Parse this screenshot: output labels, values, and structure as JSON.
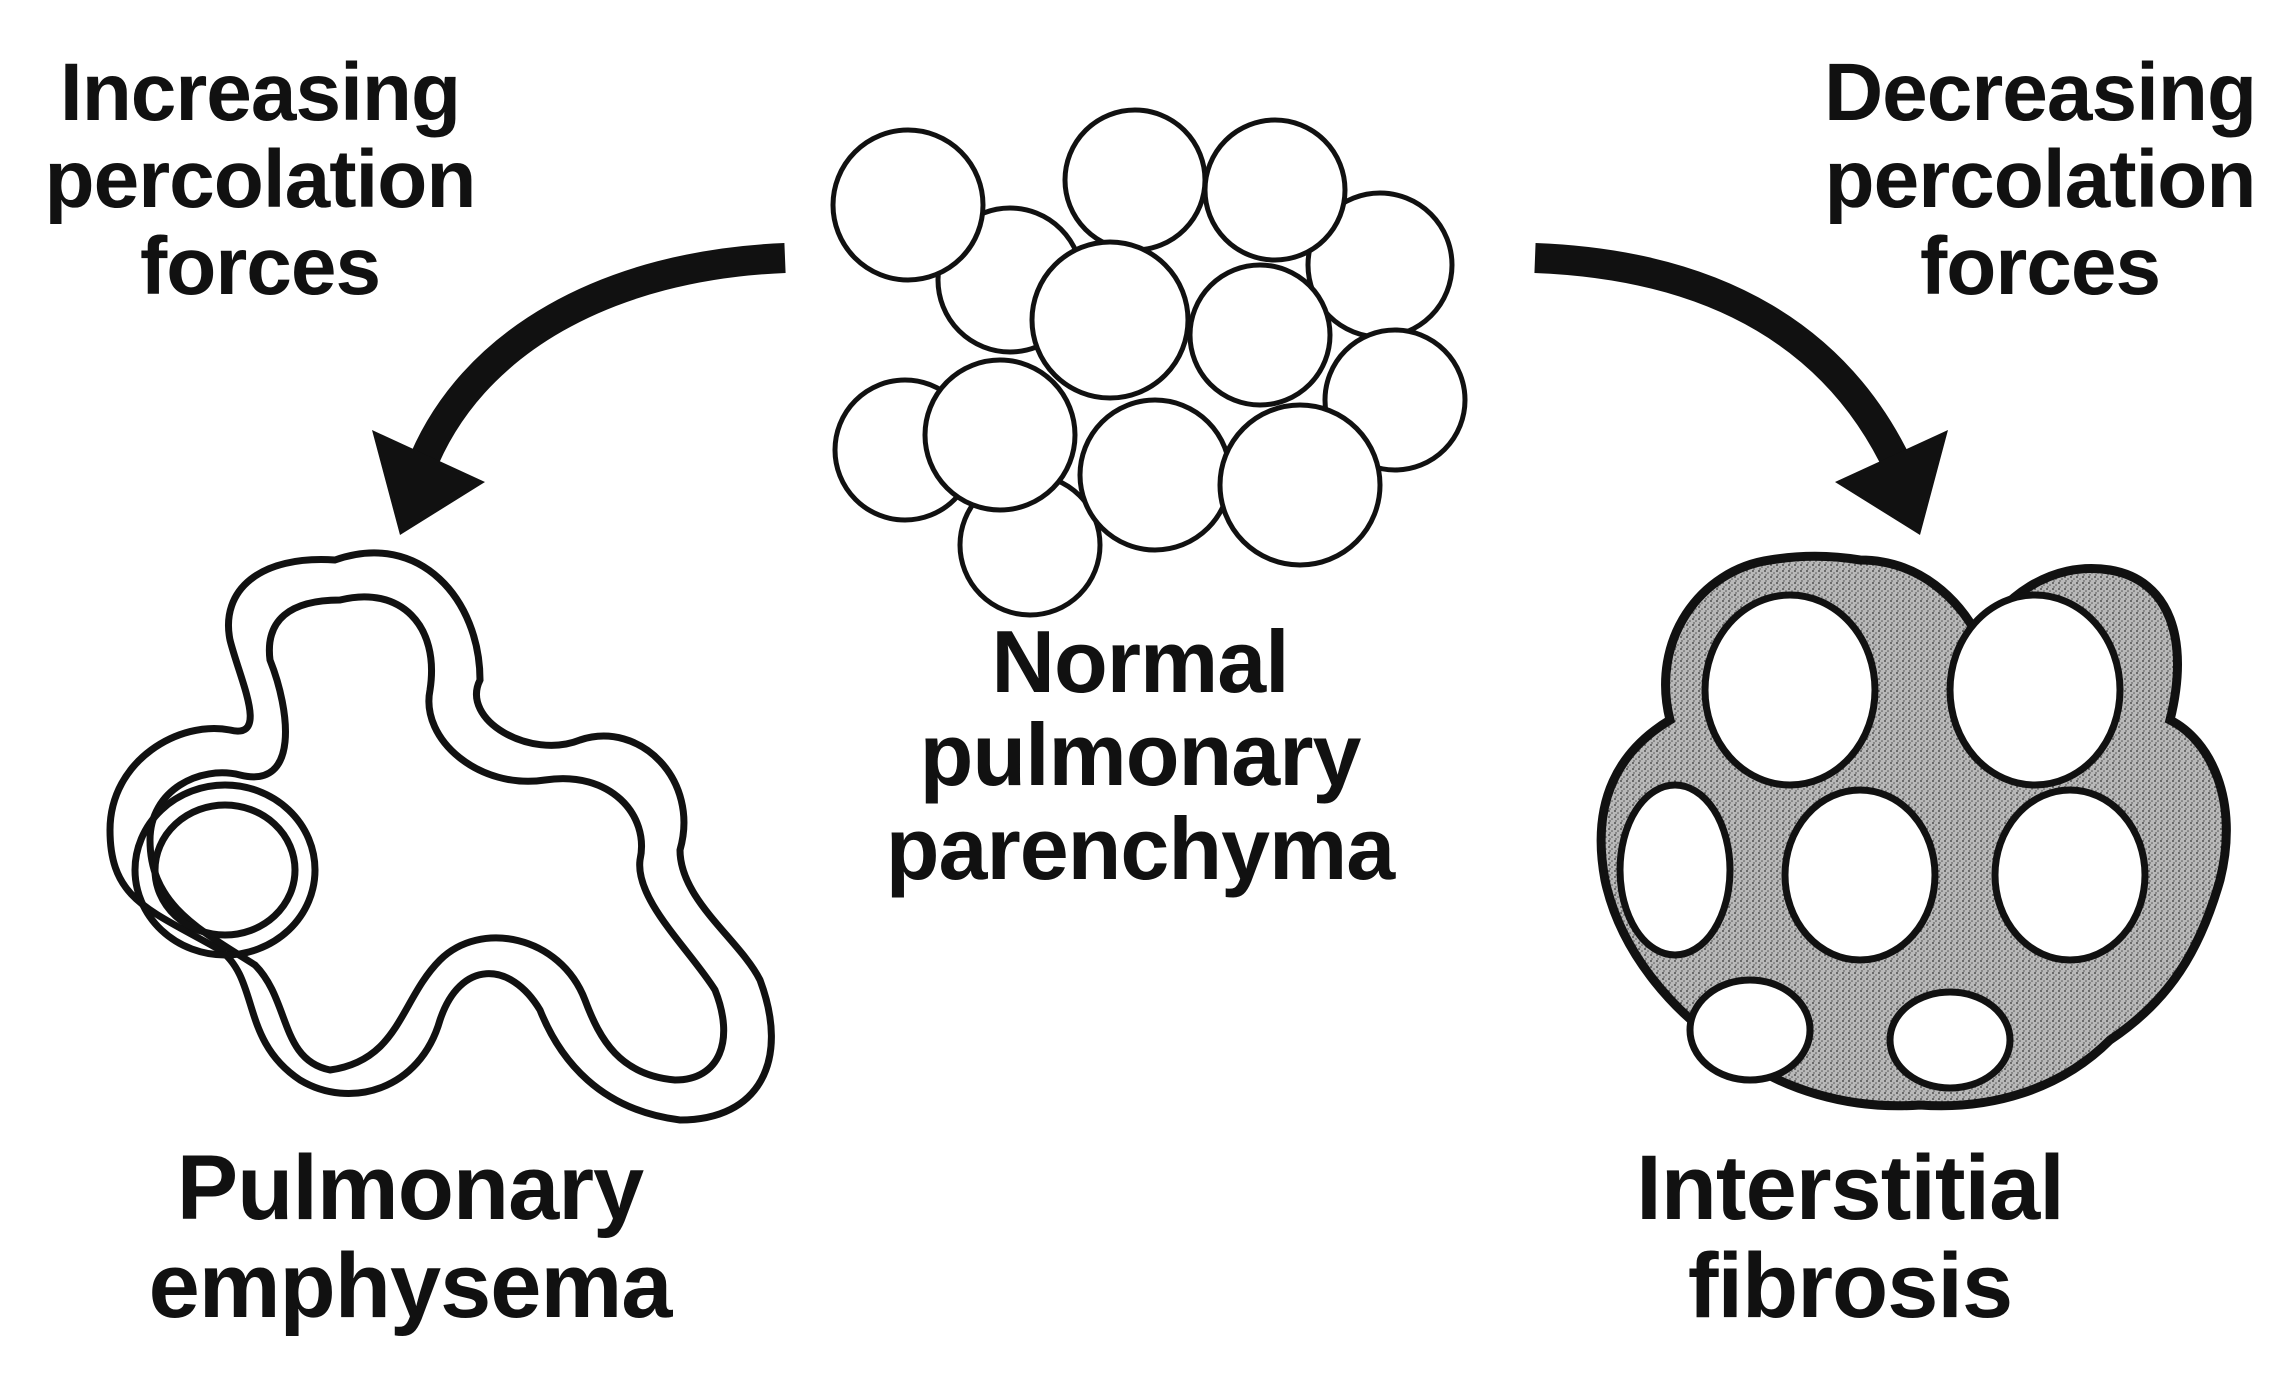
{
  "labels": {
    "increasing": [
      "Increasing",
      "percolation",
      "forces"
    ],
    "decreasing": [
      "Decreasing",
      "percolation",
      "forces"
    ],
    "normal": [
      "Normal",
      "pulmonary",
      "parenchyma"
    ],
    "emphysema": [
      "Pulmonary",
      "emphysema"
    ],
    "fibrosis": [
      "Interstitial",
      "fibrosis"
    ]
  },
  "colors": {
    "ink": "#111111",
    "fibrosis_fill": "#9a9a9a",
    "background": "#ffffff"
  }
}
